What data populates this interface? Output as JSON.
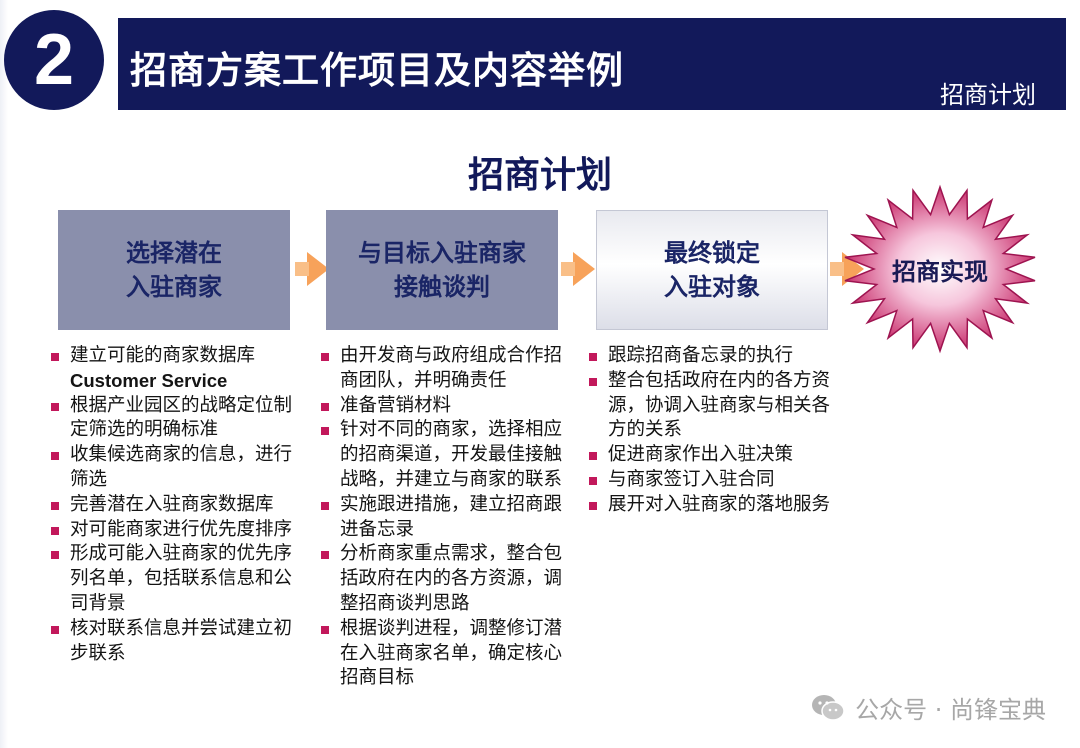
{
  "header": {
    "number": "2",
    "title": "招商方案工作项目及内容举例",
    "tag": "招商计划"
  },
  "section_title": "招商计划",
  "steps": [
    {
      "line1": "选择潜在",
      "line2": "入驻商家"
    },
    {
      "line1": "与目标入驻商家",
      "line2": "接触谈判"
    },
    {
      "line1": "最终锁定",
      "line2": "入驻对象"
    }
  ],
  "final_step": "招商实现",
  "columns": [
    {
      "items": [
        "建立可能的商家数据库",
        "Customer Service",
        "根据产业园区的战略定位制定筛选的明确标准",
        "收集候选商家的信息，进行筛选",
        "完善潜在入驻商家数据库",
        "对可能商家进行优先度排序",
        "形成可能入驻商家的优先序列名单，包括联系信息和公司背景",
        "核对联系信息并尝试建立初步联系"
      ]
    },
    {
      "items": [
        "由开发商与政府组成合作招商团队，并明确责任",
        "准备营销材料",
        "针对不同的商家，选择相应的招商渠道，开发最佳接触战略，并建立与商家的联系",
        "实施跟进措施，建立招商跟进备忘录",
        "分析商家重点需求，整合包括政府在内的各方资源，调整招商谈判思路",
        "根据谈判进程，调整修订潜在入驻商家名单，确定核心招商目标"
      ]
    },
    {
      "items": [
        "跟踪招商备忘录的执行",
        "整合包括政府在内的各方资源，协调入驻商家与相关各方的关系",
        "促进商家作出入驻决策",
        "与商家签订入驻合同",
        "展开对入驻商家的落地服务"
      ]
    }
  ],
  "watermark": {
    "icon": "wechat-icon",
    "text": "公众号 · 尚锋宝典"
  },
  "colors": {
    "navy": "#12195a",
    "step_dark": "#8a8fac",
    "bullet": "#c2185b",
    "arrow": "#f7a25a",
    "star": "#c2185b"
  }
}
